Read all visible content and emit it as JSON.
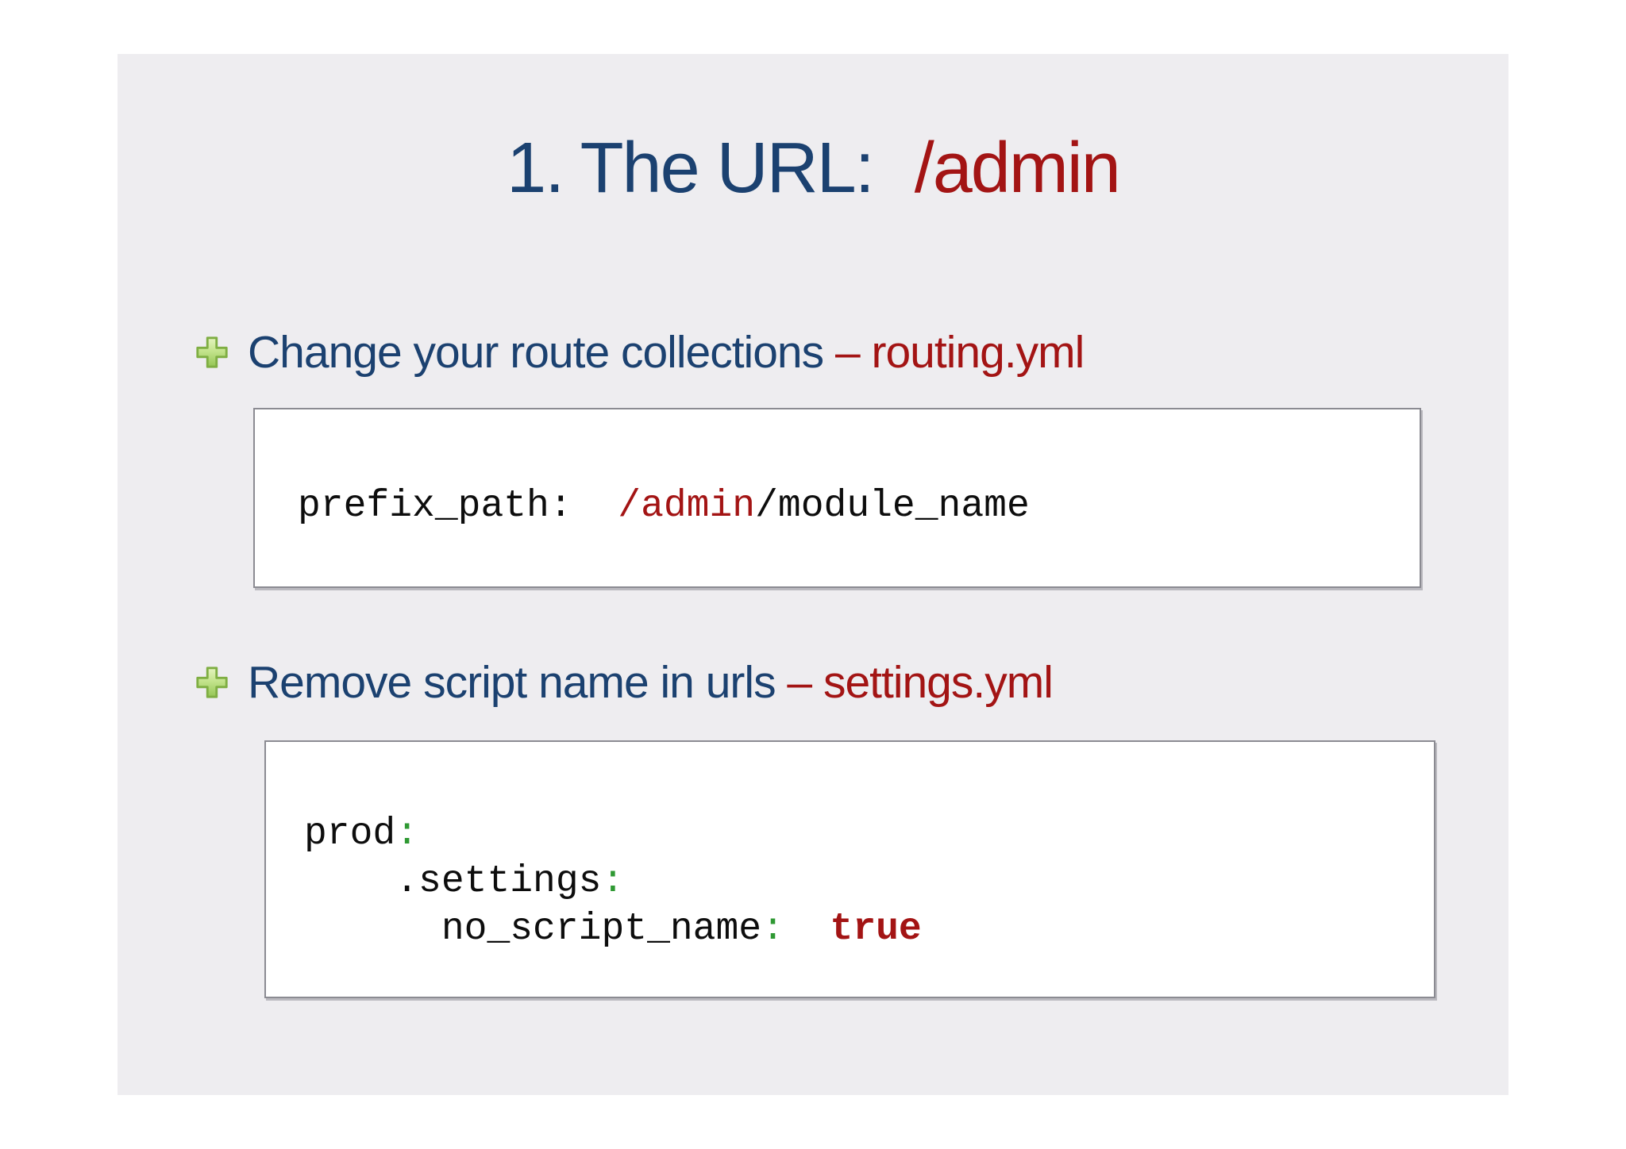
{
  "slide": {
    "title": {
      "main": "1. The URL:",
      "accent": "/admin"
    },
    "bullets": [
      {
        "main": "Change your route collections ",
        "accent": "– routing.yml"
      },
      {
        "main": "Remove script name in urls ",
        "accent": "– settings.yml"
      }
    ],
    "code_blocks": [
      {
        "label": "routing-yml-snippet",
        "lines": [
          [
            {
              "t": "prefix_path:",
              "c": "plain"
            },
            {
              "t": "  ",
              "c": "plain"
            },
            {
              "t": "/admin",
              "c": "red"
            },
            {
              "t": "/module_name",
              "c": "plain"
            }
          ]
        ]
      },
      {
        "label": "settings-yml-snippet",
        "lines": [
          [
            {
              "t": "prod",
              "c": "plain"
            },
            {
              "t": ":",
              "c": "green"
            }
          ],
          [
            {
              "t": "    .settings",
              "c": "plain"
            },
            {
              "t": ":",
              "c": "green"
            }
          ],
          [
            {
              "t": "      no_script_name",
              "c": "plain"
            },
            {
              "t": ":",
              "c": "green"
            },
            {
              "t": "  ",
              "c": "plain"
            },
            {
              "t": "true",
              "c": "red-bold"
            }
          ]
        ]
      }
    ]
  },
  "colors": {
    "navy": "#1b4170",
    "red": "#a31414",
    "green": "#2f9933",
    "code_text": "#0d0d0d",
    "slide_bg": "#eeedf0",
    "box_border": "#8b8b92",
    "bullet_fill_light": "#dff2b4",
    "bullet_fill_dark": "#97c858",
    "bullet_edge": "#7fae43"
  }
}
